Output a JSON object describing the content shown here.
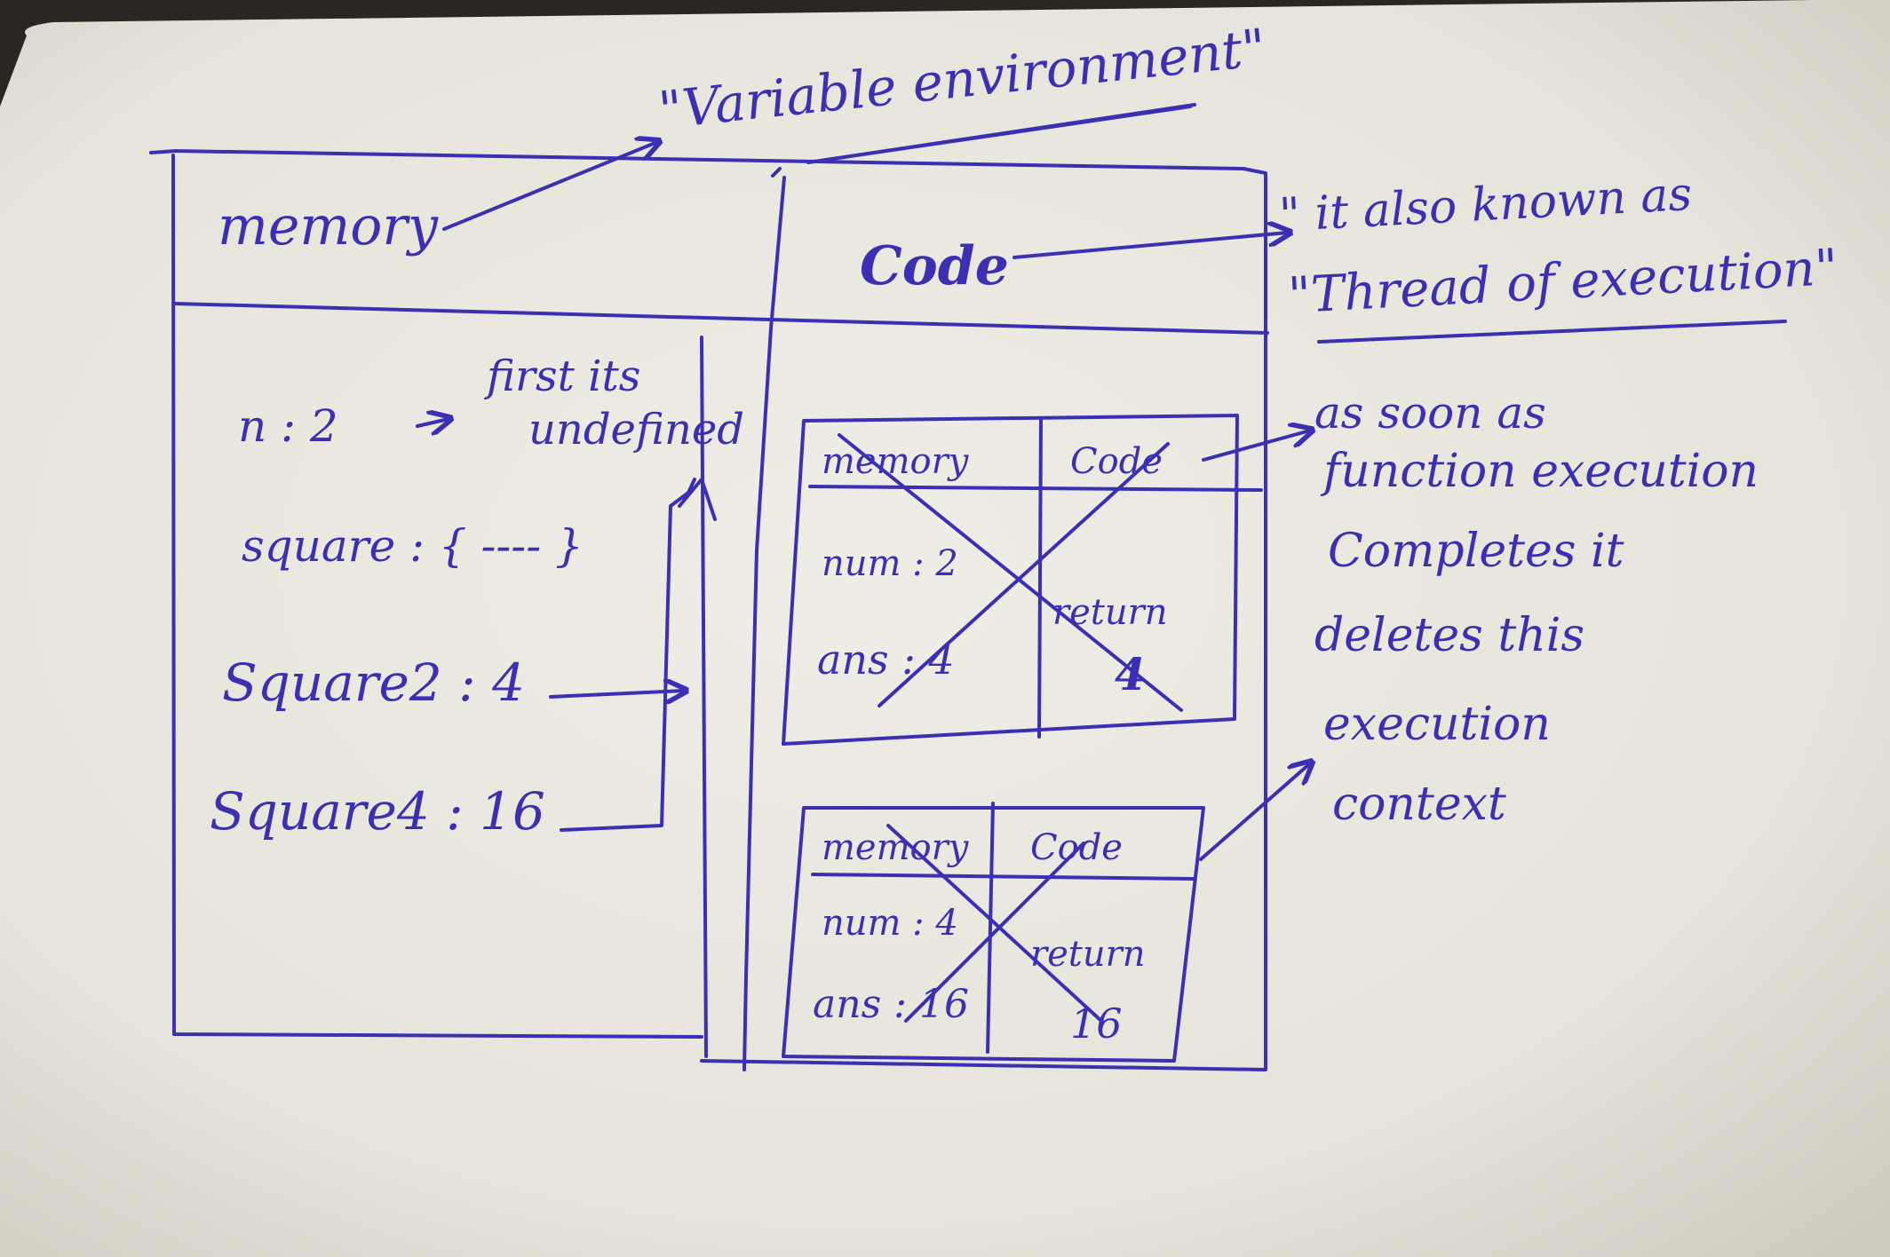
{
  "annotations": {
    "variable_environment": "\"Variable environment\"",
    "also_known_as": "\" it also known as",
    "thread_of_execution": "\"Thread of execution\"",
    "as_soon_as": "as soon as",
    "function_execution": "function execution",
    "completes_it": "Completes it",
    "deletes_this": "deletes this",
    "execution": "execution",
    "context": "context"
  },
  "global_context": {
    "memory_header": "memory",
    "code_header": "Code",
    "first_its": "first its",
    "undefined": "undefined",
    "entries": {
      "n": "n : 2",
      "square_fn": "square : { ---- }",
      "square2": "Square2 : 4",
      "square4": "Square4 : 16"
    }
  },
  "inner_context_1": {
    "memory": "memory",
    "code": "Code",
    "num": "num : 2",
    "ans": "ans : 4",
    "return_label": "return",
    "return_value": "4"
  },
  "inner_context_2": {
    "memory": "memory",
    "code": "Code",
    "num": "num : 4",
    "ans": "ans : 16",
    "return_label": "return",
    "return_value": "16"
  },
  "colors": {
    "ink": "#3b2fb4",
    "paper": "#ece9e1"
  }
}
